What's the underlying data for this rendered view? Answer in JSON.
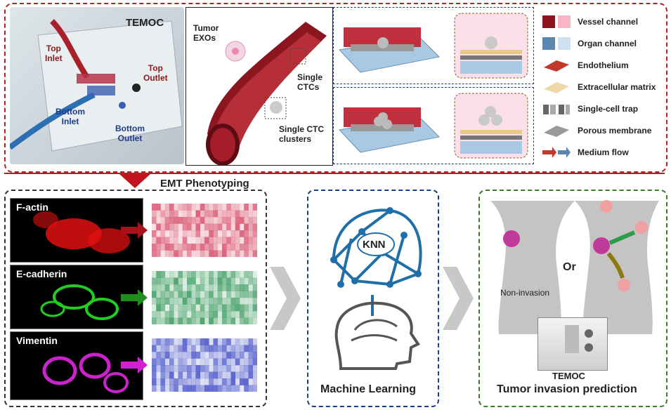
{
  "top": {
    "device_name": "TEMOC",
    "top_inlet": "Top\nInlet",
    "top_outlet": "Top\nOutlet",
    "bottom_inlet": "Bottom\nInlet",
    "bottom_outlet": "Bottom\nOutlet",
    "tumor_exos": "Tumor\nEXOs",
    "single_ctcs": "Single\nCTCs",
    "ctc_clusters": "Single CTC\nclusters"
  },
  "legend": [
    {
      "label": "Vessel channel",
      "icon": "vessel-channel-icon",
      "color": "#e88fa3"
    },
    {
      "label": "Organ channel",
      "icon": "organ-channel-icon",
      "color": "#8fb6d8"
    },
    {
      "label": "Endothelium",
      "icon": "endothelium-icon",
      "color": "#c0392b"
    },
    {
      "label": "Extracellular matrix",
      "icon": "ecm-icon",
      "color": "#e8c98a"
    },
    {
      "label": "Single-cell trap",
      "icon": "single-cell-trap-icon",
      "color": "#888888"
    },
    {
      "label": "Porous membrane",
      "icon": "porous-membrane-icon",
      "color": "#999999"
    },
    {
      "label": "Medium flow",
      "icon": "medium-flow-icon",
      "color": "#c0392b"
    }
  ],
  "bottom": {
    "emt_title": "EMT Phenotyping",
    "stains": [
      {
        "label": "F-actin",
        "color": "#e01010",
        "heat": "#d9536e"
      },
      {
        "label": "E-cadherin",
        "color": "#22cc22",
        "heat": "#3a9a5e"
      },
      {
        "label": "Vimentin",
        "color": "#cc22cc",
        "heat": "#4a56c9"
      }
    ],
    "knn": "KNN",
    "ml_label": "Machine Learning",
    "non_invasion": "Non-invasion",
    "or_label": "Or",
    "temoc": "TEMOC",
    "prediction_label": "Tumor invasion prediction"
  }
}
